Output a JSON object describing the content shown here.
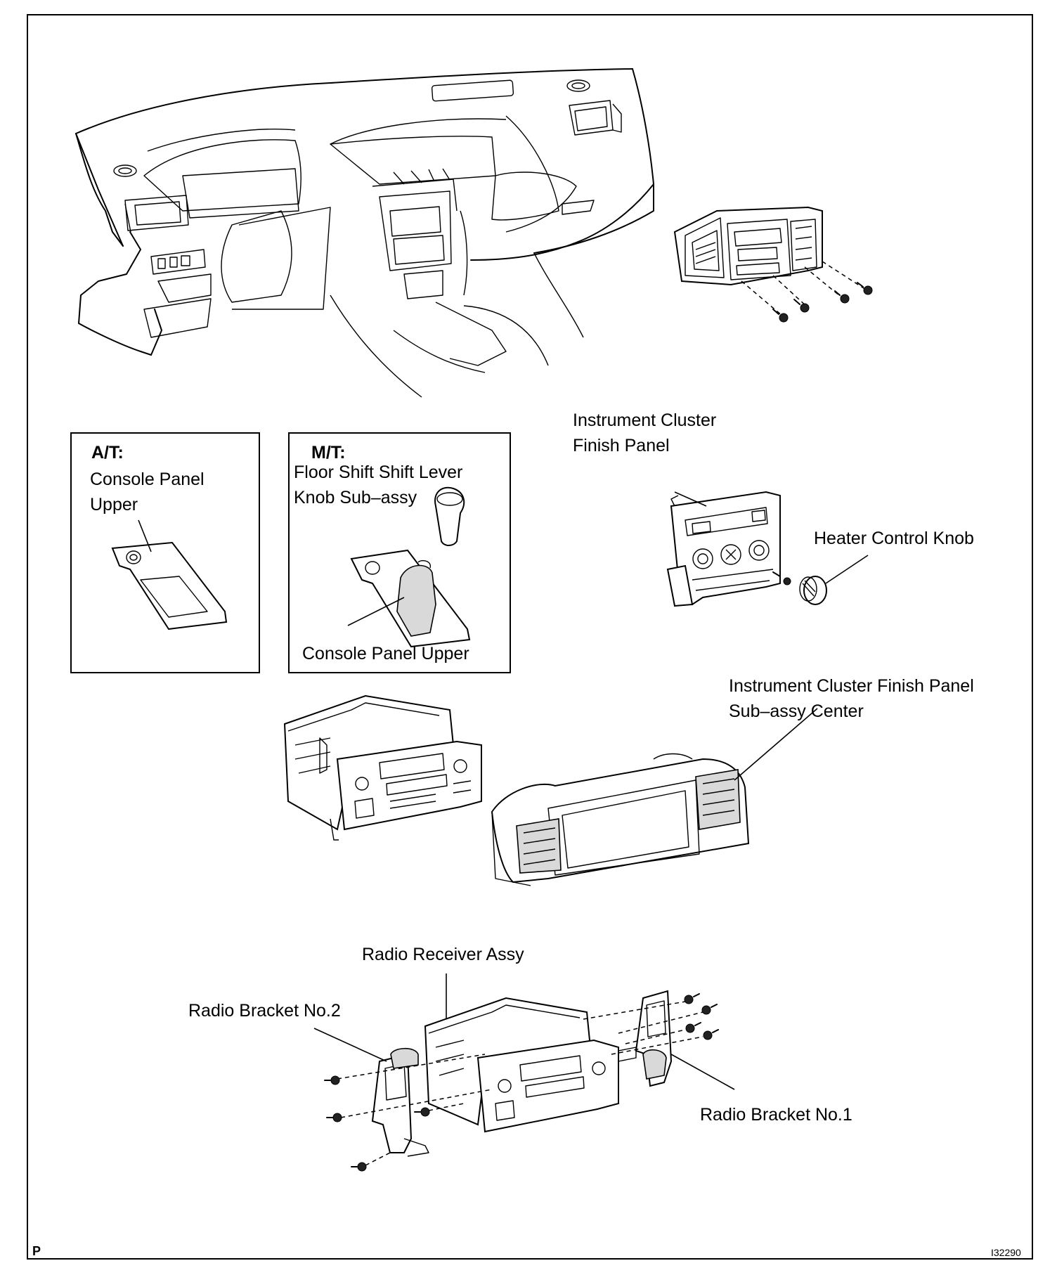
{
  "labels": {
    "at_title": "A/T:",
    "at_part": [
      "Console Panel",
      "Upper"
    ],
    "mt_title": "M/T:",
    "mt_part": [
      "Floor Shift Shift Lever",
      "Knob Sub–assy"
    ],
    "mt_console": "Console Panel Upper",
    "instrument_cluster": [
      "Instrument Cluster",
      "Finish Panel"
    ],
    "heater_knob": "Heater Control Knob",
    "finish_panel_center": [
      "Instrument Cluster Finish Panel",
      "Sub–assy Center"
    ],
    "radio_receiver": "Radio Receiver Assy",
    "bracket_no2": "Radio Bracket No.2",
    "bracket_no1": "Radio Bracket No.1"
  },
  "corner_letter": "P",
  "figure_code": "I32290"
}
